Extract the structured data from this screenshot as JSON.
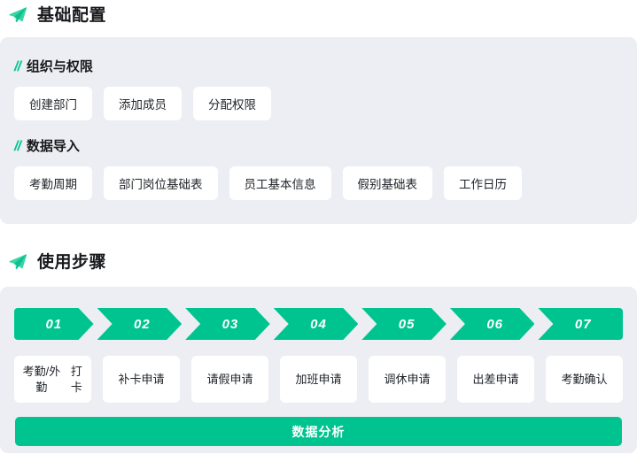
{
  "theme": {
    "accent": "#00C490",
    "panel_bg": "#ECEEF3",
    "card_bg": "#FFFFFF",
    "text": "#1F2328",
    "page_bg": "#FFFFFF"
  },
  "sections": {
    "basic": {
      "icon": "paper-plane-icon",
      "title": "基础配置",
      "groups": [
        {
          "marker": "//",
          "label": "组织与权限",
          "items": [
            "创建部门",
            "添加成员",
            "分配权限"
          ]
        },
        {
          "marker": "//",
          "label": "数据导入",
          "items": [
            "考勤周期",
            "部门岗位基础表",
            "员工基本信息",
            "假别基础表",
            "工作日历"
          ]
        }
      ]
    },
    "steps": {
      "icon": "paper-plane-icon",
      "title": "使用步骤",
      "step_numbers": [
        "01",
        "02",
        "03",
        "04",
        "05",
        "06",
        "07"
      ],
      "step_cards": [
        "考勤/外勤打卡",
        "补卡申请",
        "请假申请",
        "加班申请",
        "调休申请",
        "出差申请",
        "考勤确认"
      ],
      "footer_label": "数据分析"
    }
  }
}
